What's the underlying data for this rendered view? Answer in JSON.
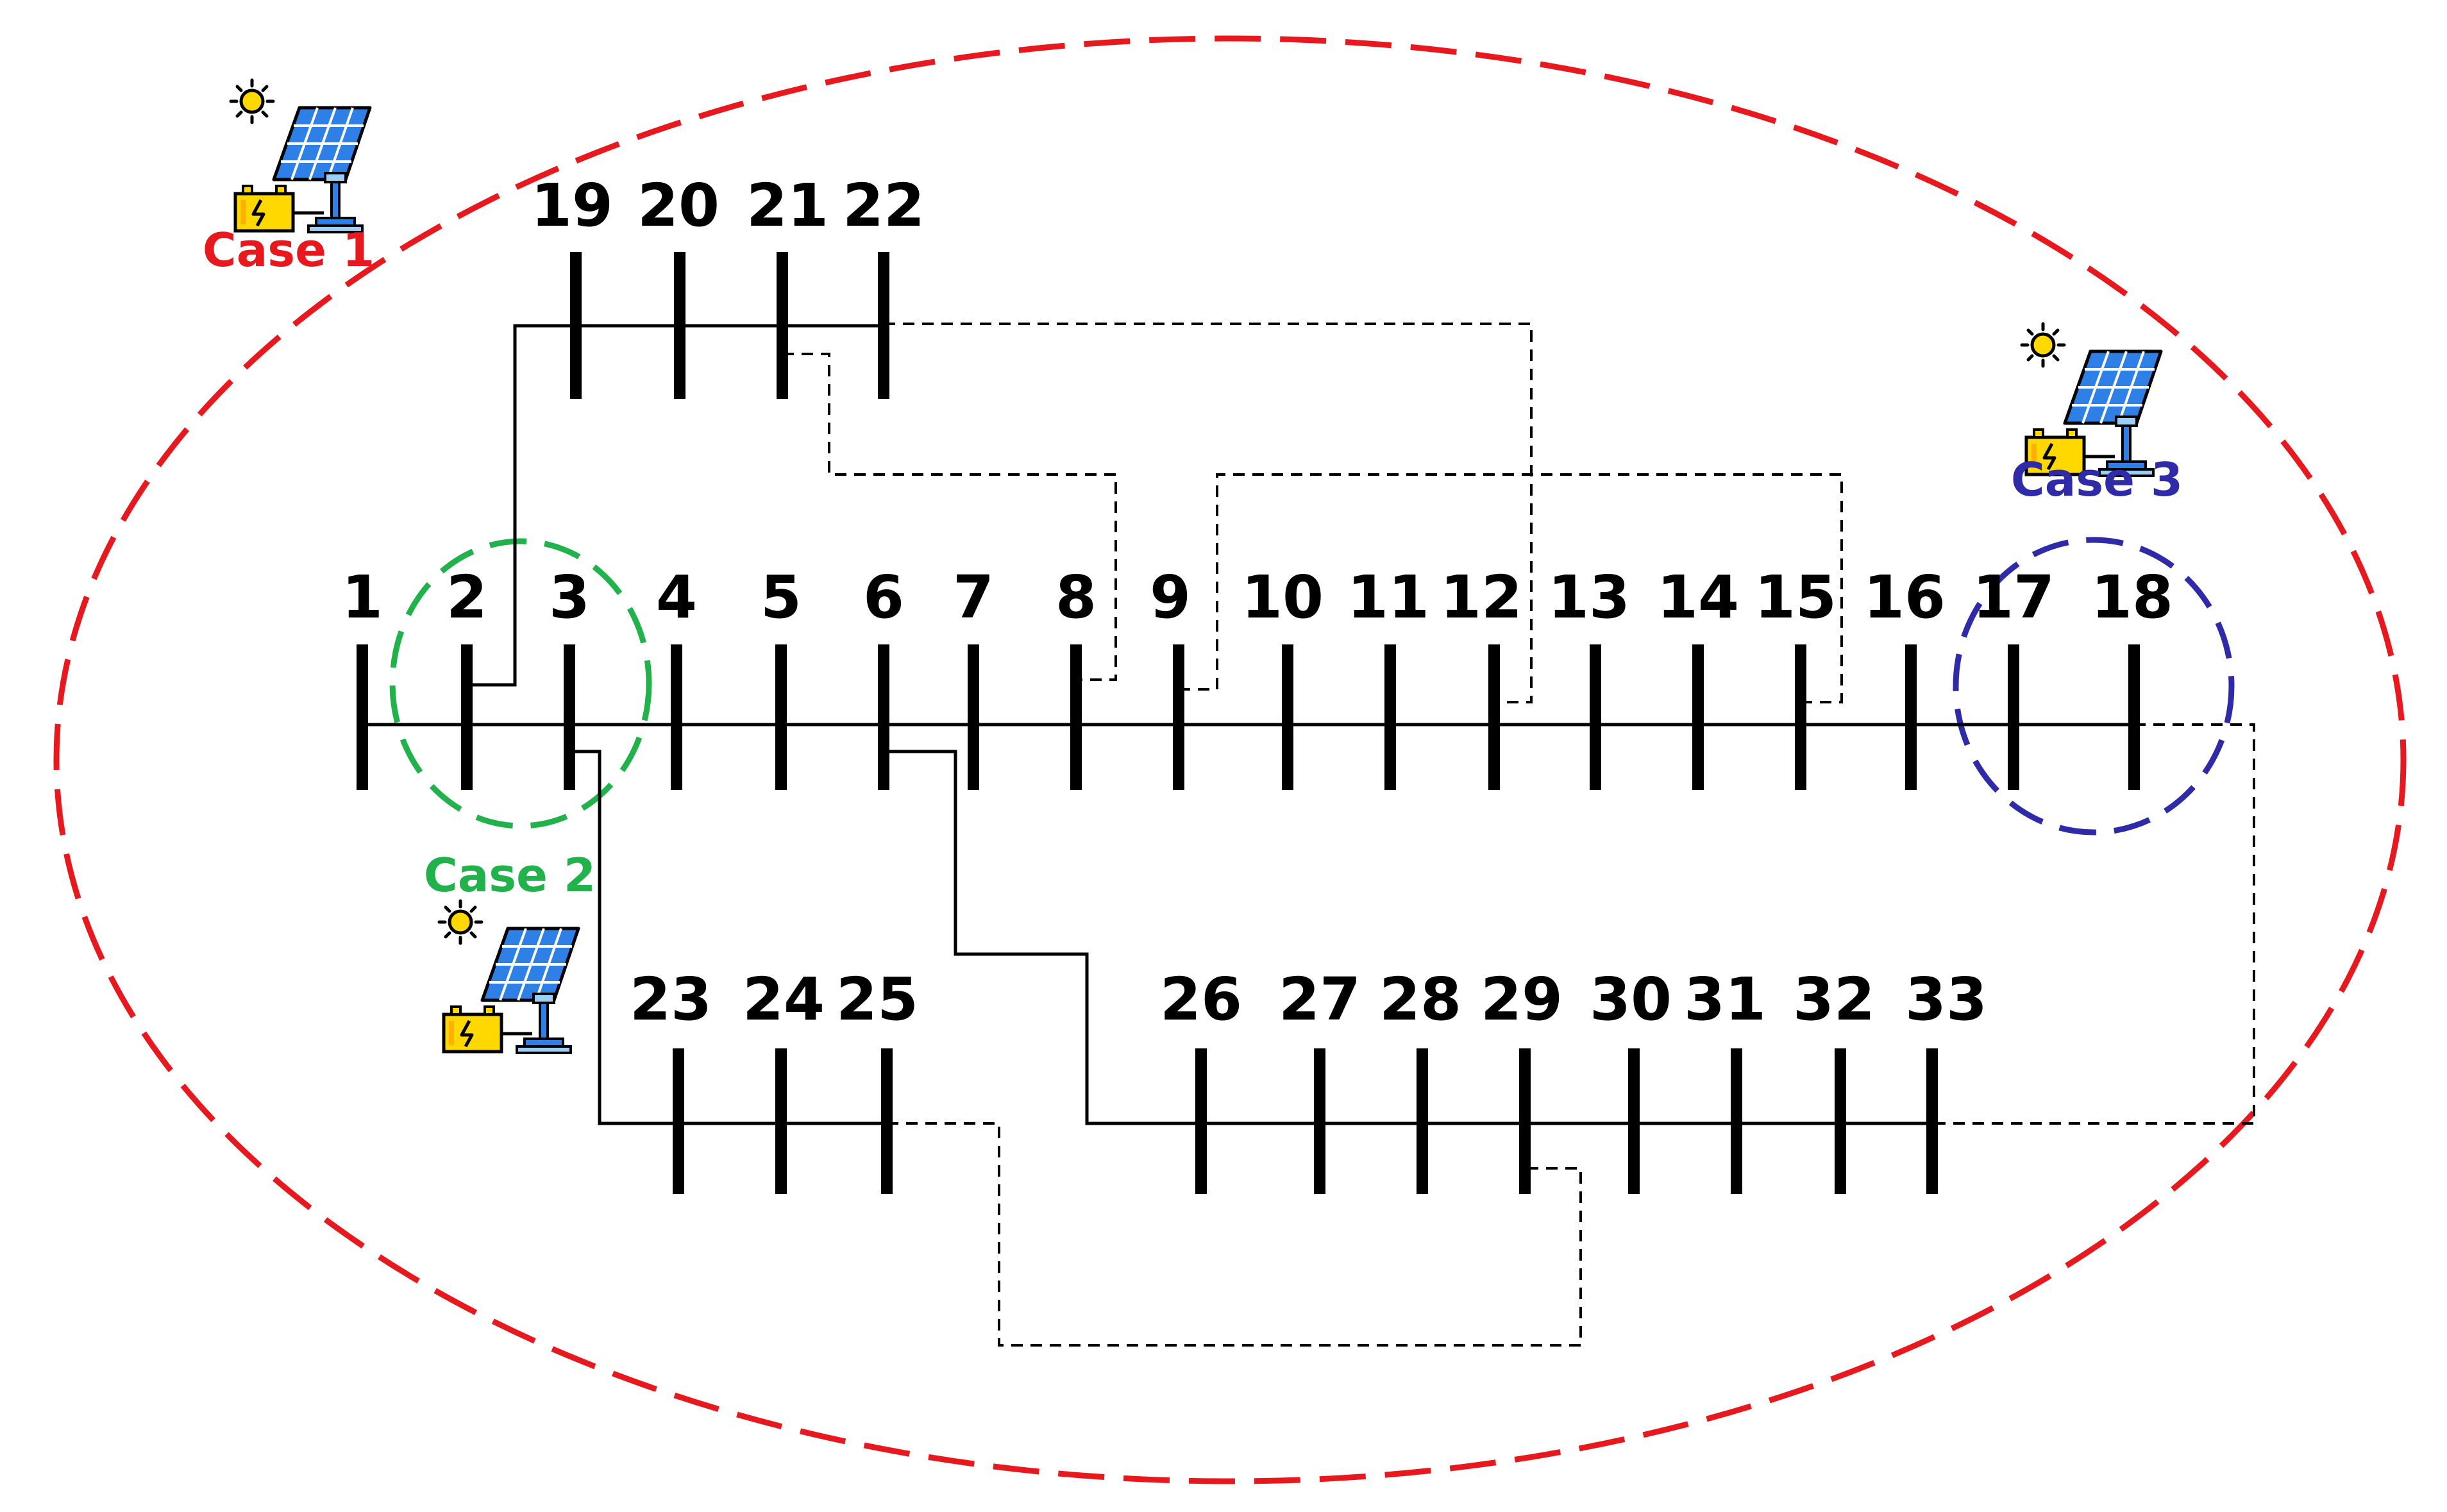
{
  "buses": [
    {
      "id": 1,
      "label": "1"
    },
    {
      "id": 2,
      "label": "2"
    },
    {
      "id": 3,
      "label": "3"
    },
    {
      "id": 4,
      "label": "4"
    },
    {
      "id": 5,
      "label": "5"
    },
    {
      "id": 6,
      "label": "6"
    },
    {
      "id": 7,
      "label": "7"
    },
    {
      "id": 8,
      "label": "8"
    },
    {
      "id": 9,
      "label": "9"
    },
    {
      "id": 10,
      "label": "10"
    },
    {
      "id": 11,
      "label": "11"
    },
    {
      "id": 12,
      "label": "12"
    },
    {
      "id": 13,
      "label": "13"
    },
    {
      "id": 14,
      "label": "14"
    },
    {
      "id": 15,
      "label": "15"
    },
    {
      "id": 16,
      "label": "16"
    },
    {
      "id": 17,
      "label": "17"
    },
    {
      "id": 18,
      "label": "18"
    },
    {
      "id": 19,
      "label": "19"
    },
    {
      "id": 20,
      "label": "20"
    },
    {
      "id": 21,
      "label": "21"
    },
    {
      "id": 22,
      "label": "22"
    },
    {
      "id": 23,
      "label": "23"
    },
    {
      "id": 24,
      "label": "24"
    },
    {
      "id": 25,
      "label": "25"
    },
    {
      "id": 26,
      "label": "26"
    },
    {
      "id": 27,
      "label": "27"
    },
    {
      "id": 28,
      "label": "28"
    },
    {
      "id": 29,
      "label": "29"
    },
    {
      "id": 30,
      "label": "30"
    },
    {
      "id": 31,
      "label": "31"
    },
    {
      "id": 32,
      "label": "32"
    },
    {
      "id": 33,
      "label": "33"
    }
  ],
  "lines": [
    {
      "from": 1,
      "to": 2
    },
    {
      "from": 2,
      "to": 3
    },
    {
      "from": 3,
      "to": 4
    },
    {
      "from": 4,
      "to": 5
    },
    {
      "from": 5,
      "to": 6
    },
    {
      "from": 6,
      "to": 7
    },
    {
      "from": 7,
      "to": 8
    },
    {
      "from": 8,
      "to": 9
    },
    {
      "from": 9,
      "to": 10
    },
    {
      "from": 10,
      "to": 11
    },
    {
      "from": 11,
      "to": 12
    },
    {
      "from": 12,
      "to": 13
    },
    {
      "from": 13,
      "to": 14
    },
    {
      "from": 14,
      "to": 15
    },
    {
      "from": 15,
      "to": 16
    },
    {
      "from": 16,
      "to": 17
    },
    {
      "from": 17,
      "to": 18
    },
    {
      "from": 2,
      "to": 19
    },
    {
      "from": 19,
      "to": 20
    },
    {
      "from": 20,
      "to": 21
    },
    {
      "from": 21,
      "to": 22
    },
    {
      "from": 3,
      "to": 23
    },
    {
      "from": 23,
      "to": 24
    },
    {
      "from": 24,
      "to": 25
    },
    {
      "from": 6,
      "to": 26
    },
    {
      "from": 26,
      "to": 27
    },
    {
      "from": 27,
      "to": 28
    },
    {
      "from": 28,
      "to": 29
    },
    {
      "from": 29,
      "to": 30
    },
    {
      "from": 30,
      "to": 31
    },
    {
      "from": 31,
      "to": 32
    },
    {
      "from": 32,
      "to": 33
    }
  ],
  "tie_switches": [
    {
      "from": 8,
      "to": 21
    },
    {
      "from": 9,
      "to": 15
    },
    {
      "from": 12,
      "to": 22
    },
    {
      "from": 18,
      "to": 33
    },
    {
      "from": 25,
      "to": 29
    }
  ],
  "cases": [
    {
      "id": "case1",
      "label": "Case 1",
      "color": "#e8191e",
      "icon": "solar-panel-battery-icon"
    },
    {
      "id": "case2",
      "label": "Case 2",
      "color": "#22b24c",
      "icon": "solar-panel-battery-icon"
    },
    {
      "id": "case3",
      "label": "Case 3",
      "color": "#2f2ba8",
      "icon": "solar-panel-battery-icon"
    }
  ]
}
